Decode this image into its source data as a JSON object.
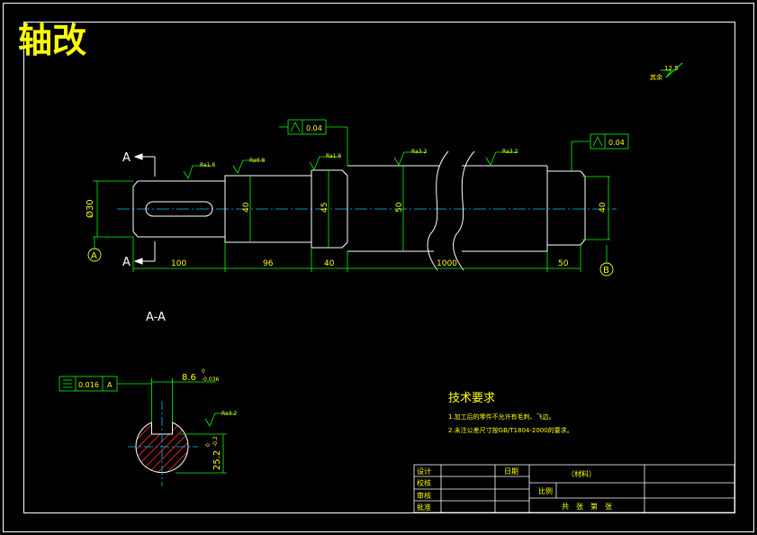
{
  "title": "轴改",
  "colors": {
    "background": "#000000",
    "outline": "#ffffff",
    "dimension": "#00ff00",
    "centerline": "#00bfff",
    "hatch": "#ff3030",
    "title": "#ffff00",
    "note": "#ffff00"
  },
  "section": {
    "view_letter": "A",
    "label": "A-A",
    "datum_a": "A",
    "datum_b": "B"
  },
  "roughness": {
    "general_value": "12.5",
    "general_note": "其余",
    "ra_3_2": "Ra3.2",
    "ra_1_6": "Ra1.6",
    "ra_0_8": "Ra0.8"
  },
  "tolerance": {
    "runout_value_1": "0.04",
    "runout_value_2": "0.04",
    "symmetry_value": "0.016",
    "symmetry_ref": "A"
  },
  "dimensions": {
    "d30": "Ø30",
    "d40_a": "40",
    "d45": "45",
    "d50": "50",
    "d40_b": "40",
    "l100": "100",
    "l96": "96",
    "l40": "40",
    "l1000": "1000",
    "l50": "50",
    "keyway_width": "8.6",
    "keyway_tol_top": "0",
    "keyway_tol_bottom": "-0.036",
    "keyway_depth": "25.2",
    "depth_tol_top": "0",
    "depth_tol_bottom": "-0.2"
  },
  "technical_requirements": {
    "heading": "技术要求",
    "items": [
      "1.加工后的零件不允许有毛刺、飞边。",
      "2.未注公差尺寸按GB/T1804-2000的要求。"
    ]
  },
  "title_block": {
    "row_labels": [
      "设计",
      "校核",
      "审核",
      "批准"
    ],
    "date_label": "日期",
    "material_label": "（材料）",
    "scale_label": "比例",
    "sheet_text": "共　张　第　张"
  }
}
